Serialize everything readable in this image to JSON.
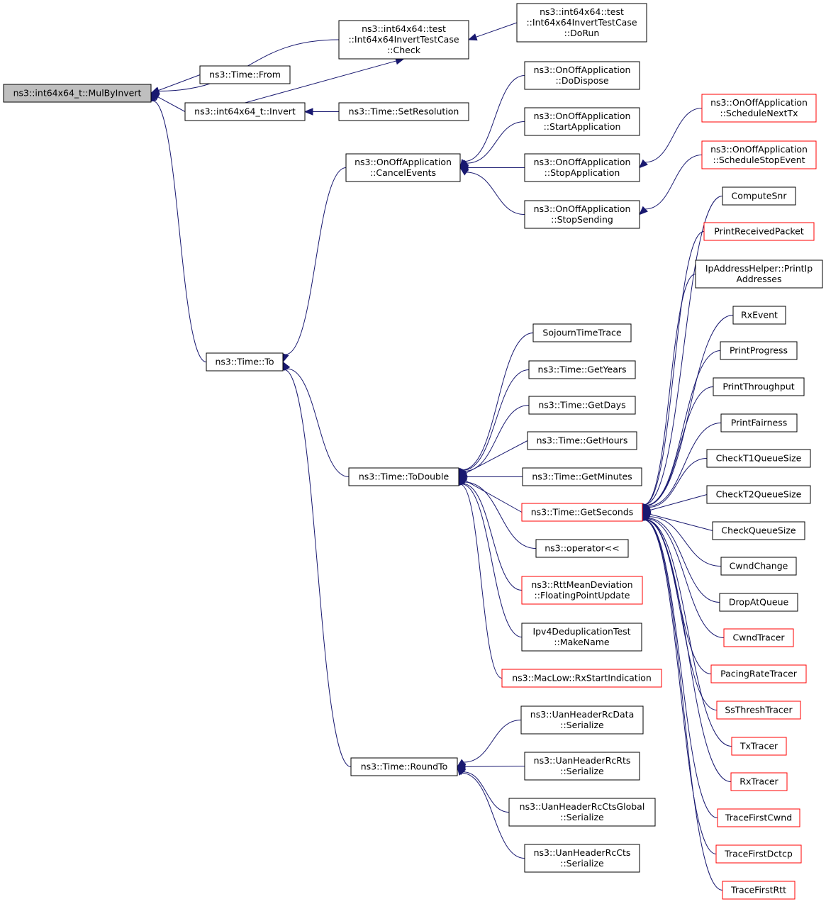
{
  "colors": {
    "edge": "#191970",
    "root_fill": "#bfbfbf",
    "node_border": "#000000",
    "node_border_red": "#ff0000",
    "background": "#ffffff"
  },
  "nodes": [
    {
      "id": "mulbyinvert",
      "lines": [
        "ns3::int64x64_t::MulByInvert"
      ],
      "style": "root"
    },
    {
      "id": "check",
      "lines": [
        "ns3::int64x64::test",
        "::Int64x64InvertTestCase",
        "::Check"
      ],
      "style": "normal"
    },
    {
      "id": "dorun",
      "lines": [
        "ns3::int64x64::test",
        "::Int64x64InvertTestCase",
        "::DoRun"
      ],
      "style": "normal"
    },
    {
      "id": "from",
      "lines": [
        "ns3::Time::From"
      ],
      "style": "normal"
    },
    {
      "id": "invert",
      "lines": [
        "ns3::int64x64_t::Invert"
      ],
      "style": "normal"
    },
    {
      "id": "setresolution",
      "lines": [
        "ns3::Time::SetResolution"
      ],
      "style": "normal"
    },
    {
      "id": "dodispose",
      "lines": [
        "ns3::OnOffApplication",
        "::DoDispose"
      ],
      "style": "normal"
    },
    {
      "id": "startapp",
      "lines": [
        "ns3::OnOffApplication",
        "::StartApplication"
      ],
      "style": "normal"
    },
    {
      "id": "stopapp",
      "lines": [
        "ns3::OnOffApplication",
        "::StopApplication"
      ],
      "style": "normal"
    },
    {
      "id": "stopsending",
      "lines": [
        "ns3::OnOffApplication",
        "::StopSending"
      ],
      "style": "normal"
    },
    {
      "id": "cancelevents",
      "lines": [
        "ns3::OnOffApplication",
        "::CancelEvents"
      ],
      "style": "normal"
    },
    {
      "id": "schednexttx",
      "lines": [
        "ns3::OnOffApplication",
        "::ScheduleNextTx"
      ],
      "style": "red"
    },
    {
      "id": "schedstopevent",
      "lines": [
        "ns3::OnOffApplication",
        "::ScheduleStopEvent"
      ],
      "style": "red"
    },
    {
      "id": "timeto",
      "lines": [
        "ns3::Time::To"
      ],
      "style": "normal"
    },
    {
      "id": "todouble",
      "lines": [
        "ns3::Time::ToDouble"
      ],
      "style": "normal"
    },
    {
      "id": "roundto",
      "lines": [
        "ns3::Time::RoundTo"
      ],
      "style": "normal"
    },
    {
      "id": "sojourn",
      "lines": [
        "SojournTimeTrace"
      ],
      "style": "normal"
    },
    {
      "id": "getyears",
      "lines": [
        "ns3::Time::GetYears"
      ],
      "style": "normal"
    },
    {
      "id": "getdays",
      "lines": [
        "ns3::Time::GetDays"
      ],
      "style": "normal"
    },
    {
      "id": "gethours",
      "lines": [
        "ns3::Time::GetHours"
      ],
      "style": "normal"
    },
    {
      "id": "getminutes",
      "lines": [
        "ns3::Time::GetMinutes"
      ],
      "style": "normal"
    },
    {
      "id": "getseconds",
      "lines": [
        "ns3::Time::GetSeconds"
      ],
      "style": "red"
    },
    {
      "id": "oplshift",
      "lines": [
        "ns3::operator<<"
      ],
      "style": "normal"
    },
    {
      "id": "rttmean",
      "lines": [
        "ns3::RttMeanDeviation",
        "::FloatingPointUpdate"
      ],
      "style": "red"
    },
    {
      "id": "ipv4dedup",
      "lines": [
        "Ipv4DeduplicationTest",
        "::MakeName"
      ],
      "style": "normal"
    },
    {
      "id": "maclow",
      "lines": [
        "ns3::MacLow::RxStartIndication"
      ],
      "style": "red"
    },
    {
      "id": "uandata",
      "lines": [
        "ns3::UanHeaderRcData",
        "::Serialize"
      ],
      "style": "normal"
    },
    {
      "id": "uanrts",
      "lines": [
        "ns3::UanHeaderRcRts",
        "::Serialize"
      ],
      "style": "normal"
    },
    {
      "id": "uanctsglobal",
      "lines": [
        "ns3::UanHeaderRcCtsGlobal",
        "::Serialize"
      ],
      "style": "normal"
    },
    {
      "id": "uancts",
      "lines": [
        "ns3::UanHeaderRcCts",
        "::Serialize"
      ],
      "style": "normal"
    },
    {
      "id": "computesnr",
      "lines": [
        "ComputeSnr"
      ],
      "style": "normal"
    },
    {
      "id": "printrecv",
      "lines": [
        "PrintReceivedPacket"
      ],
      "style": "red"
    },
    {
      "id": "ipaddrhelper",
      "lines": [
        "IpAddressHelper::PrintIp",
        "Addresses"
      ],
      "style": "normal"
    },
    {
      "id": "rxevent",
      "lines": [
        "RxEvent"
      ],
      "style": "normal"
    },
    {
      "id": "printprogress",
      "lines": [
        "PrintProgress"
      ],
      "style": "normal"
    },
    {
      "id": "printthroughput",
      "lines": [
        "PrintThroughput"
      ],
      "style": "normal"
    },
    {
      "id": "printfairness",
      "lines": [
        "PrintFairness"
      ],
      "style": "normal"
    },
    {
      "id": "checkt1",
      "lines": [
        "CheckT1QueueSize"
      ],
      "style": "normal"
    },
    {
      "id": "checkt2",
      "lines": [
        "CheckT2QueueSize"
      ],
      "style": "normal"
    },
    {
      "id": "checkqueue",
      "lines": [
        "CheckQueueSize"
      ],
      "style": "normal"
    },
    {
      "id": "cwndchange",
      "lines": [
        "CwndChange"
      ],
      "style": "normal"
    },
    {
      "id": "dropatqueue",
      "lines": [
        "DropAtQueue"
      ],
      "style": "normal"
    },
    {
      "id": "cwndtracer",
      "lines": [
        "CwndTracer"
      ],
      "style": "red"
    },
    {
      "id": "pacingrate",
      "lines": [
        "PacingRateTracer"
      ],
      "style": "red"
    },
    {
      "id": "ssthresh",
      "lines": [
        "SsThreshTracer"
      ],
      "style": "red"
    },
    {
      "id": "txtracer",
      "lines": [
        "TxTracer"
      ],
      "style": "red"
    },
    {
      "id": "rxtracer",
      "lines": [
        "RxTracer"
      ],
      "style": "red"
    },
    {
      "id": "tracecwnd",
      "lines": [
        "TraceFirstCwnd"
      ],
      "style": "red"
    },
    {
      "id": "tracedctcp",
      "lines": [
        "TraceFirstDctcp"
      ],
      "style": "red"
    },
    {
      "id": "tracertt",
      "lines": [
        "TraceFirstRtt"
      ],
      "style": "red"
    }
  ],
  "edges": [
    {
      "from": "check",
      "to": "mulbyinvert"
    },
    {
      "from": "from",
      "to": "mulbyinvert"
    },
    {
      "from": "invert",
      "to": "mulbyinvert"
    },
    {
      "from": "timeto",
      "to": "mulbyinvert"
    },
    {
      "from": "dorun",
      "to": "check"
    },
    {
      "from": "invert",
      "to": "check"
    },
    {
      "from": "setresolution",
      "to": "invert"
    },
    {
      "from": "cancelevents",
      "to": "timeto"
    },
    {
      "from": "todouble",
      "to": "timeto"
    },
    {
      "from": "roundto",
      "to": "timeto"
    },
    {
      "from": "dodispose",
      "to": "cancelevents"
    },
    {
      "from": "startapp",
      "to": "cancelevents"
    },
    {
      "from": "stopapp",
      "to": "cancelevents"
    },
    {
      "from": "stopsending",
      "to": "cancelevents"
    },
    {
      "from": "schednexttx",
      "to": "stopapp"
    },
    {
      "from": "schedstopevent",
      "to": "stopsending"
    },
    {
      "from": "sojourn",
      "to": "todouble"
    },
    {
      "from": "getyears",
      "to": "todouble"
    },
    {
      "from": "getdays",
      "to": "todouble"
    },
    {
      "from": "gethours",
      "to": "todouble"
    },
    {
      "from": "getminutes",
      "to": "todouble"
    },
    {
      "from": "getseconds",
      "to": "todouble"
    },
    {
      "from": "oplshift",
      "to": "todouble"
    },
    {
      "from": "rttmean",
      "to": "todouble"
    },
    {
      "from": "ipv4dedup",
      "to": "todouble"
    },
    {
      "from": "maclow",
      "to": "todouble"
    },
    {
      "from": "uandata",
      "to": "roundto"
    },
    {
      "from": "uanrts",
      "to": "roundto"
    },
    {
      "from": "uanctsglobal",
      "to": "roundto"
    },
    {
      "from": "uancts",
      "to": "roundto"
    },
    {
      "from": "computesnr",
      "to": "getseconds"
    },
    {
      "from": "printrecv",
      "to": "getseconds"
    },
    {
      "from": "ipaddrhelper",
      "to": "getseconds"
    },
    {
      "from": "rxevent",
      "to": "getseconds"
    },
    {
      "from": "printprogress",
      "to": "getseconds"
    },
    {
      "from": "printthroughput",
      "to": "getseconds"
    },
    {
      "from": "printfairness",
      "to": "getseconds"
    },
    {
      "from": "checkt1",
      "to": "getseconds"
    },
    {
      "from": "checkt2",
      "to": "getseconds"
    },
    {
      "from": "checkqueue",
      "to": "getseconds"
    },
    {
      "from": "cwndchange",
      "to": "getseconds"
    },
    {
      "from": "dropatqueue",
      "to": "getseconds"
    },
    {
      "from": "cwndtracer",
      "to": "getseconds"
    },
    {
      "from": "pacingrate",
      "to": "getseconds"
    },
    {
      "from": "ssthresh",
      "to": "getseconds"
    },
    {
      "from": "txtracer",
      "to": "getseconds"
    },
    {
      "from": "rxtracer",
      "to": "getseconds"
    },
    {
      "from": "tracecwnd",
      "to": "getseconds"
    },
    {
      "from": "tracedctcp",
      "to": "getseconds"
    },
    {
      "from": "tracertt",
      "to": "getseconds"
    }
  ]
}
